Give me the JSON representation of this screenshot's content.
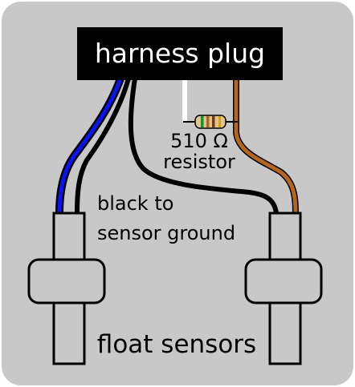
{
  "labels": {
    "plug": "harness plug",
    "resistor_value": "510 Ω",
    "resistor_word": "resistor",
    "black_line1": "black to",
    "black_line2": "sensor ground",
    "sensors": "float sensors"
  },
  "colors": {
    "panel": "#c8c8c8",
    "plug": "#000000",
    "plug_text": "#ffffff",
    "wire_blue": "#0a14f0",
    "wire_black": "#000000",
    "wire_brown": "#b5651d",
    "wire_white": "#ffffff",
    "resistor_body": "#e2c38b",
    "band_1": "#1d8f2e",
    "band_2": "#b5651d",
    "band_3": "#6a3d1a",
    "band_4": "#c9a227"
  }
}
